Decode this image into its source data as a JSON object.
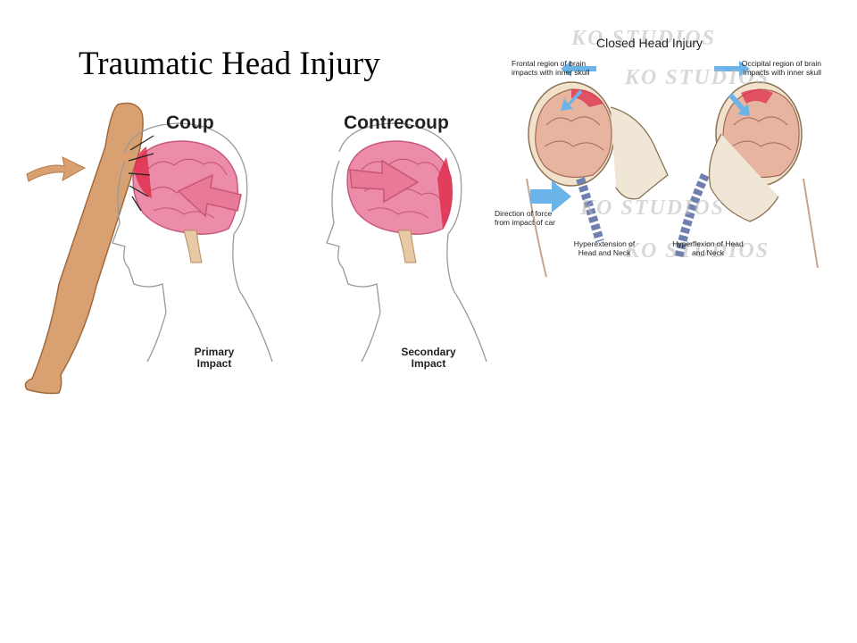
{
  "slide": {
    "title": "Traumatic Head Injury"
  },
  "coup_diagram": {
    "coup_label": "Coup",
    "contrecoup_label": "Contrecoup",
    "primary_impact": "Primary Impact",
    "secondary_impact": "Secondary Impact"
  },
  "closed_head_injury": {
    "title": "Closed Head Injury",
    "frontal_note": "Frontal region of brain impacts with inner skull",
    "occipital_note": "Occipital region of brain impacts with inner skull",
    "direction_note": "Direction of force from impact of car",
    "hyperextension": "Hyperextension of Head and Neck",
    "hyperflexion": "Hyperflexion of Head and Neck",
    "watermark": "KO STUDIOS"
  },
  "colors": {
    "bat": "#d9a072",
    "brain": "#ec8ca8",
    "impact_red": "#e0304e",
    "arrow_blue": "#6ab4ea",
    "skin": "#e9c8a6"
  }
}
